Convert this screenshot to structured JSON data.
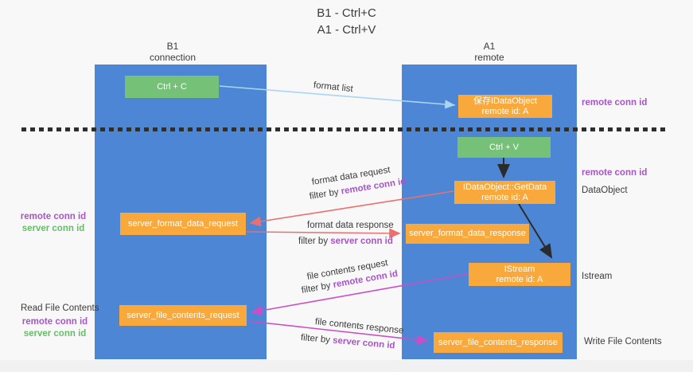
{
  "title": {
    "line1": "B1 - Ctrl+C",
    "line2": "A1 - Ctrl+V"
  },
  "columns": {
    "left": {
      "name": "B1",
      "role": "connection"
    },
    "right": {
      "name": "A1",
      "role": "remote"
    }
  },
  "boxes": {
    "ctrl_c": "Ctrl + C",
    "ctrl_v": "Ctrl + V",
    "save_idataobject": {
      "title": "保存IDataObject",
      "subtitle": "remote id: A"
    },
    "getdata": {
      "title": "IDataObject::GetData",
      "subtitle": "remote id: A"
    },
    "istream": {
      "title": "IStream",
      "subtitle": "remote id: A"
    },
    "format_request": "server_format_data_request",
    "format_response": "server_format_data_response",
    "file_request": "server_file_contents_request",
    "file_response": "server_file_contents_response"
  },
  "flow_labels": {
    "format_list": "format list",
    "format_request": "format data request",
    "format_response": "format data response",
    "file_request": "file contents request",
    "file_response": "file contents response",
    "filter_by": "filter by",
    "remote_conn_id": "remote conn id",
    "server_conn_id": "server conn id"
  },
  "annotations": {
    "dataobject": "DataObject",
    "istream": "Istream",
    "read_file_contents": "Read File Contents",
    "write_file_contents": "Write File Contents"
  },
  "colors": {
    "column_blue": "#4e86d6",
    "box_green": "#74c177",
    "box_orange": "#f9a93b",
    "purple_text": "#a855c5",
    "green_text": "#66bd68",
    "arrow_light_blue": "#a9d4f2",
    "arrow_red": "#e87070",
    "arrow_magenta": "#c94fc4",
    "arrow_black": "#2b2b2b",
    "background": "#f8f8f9"
  }
}
